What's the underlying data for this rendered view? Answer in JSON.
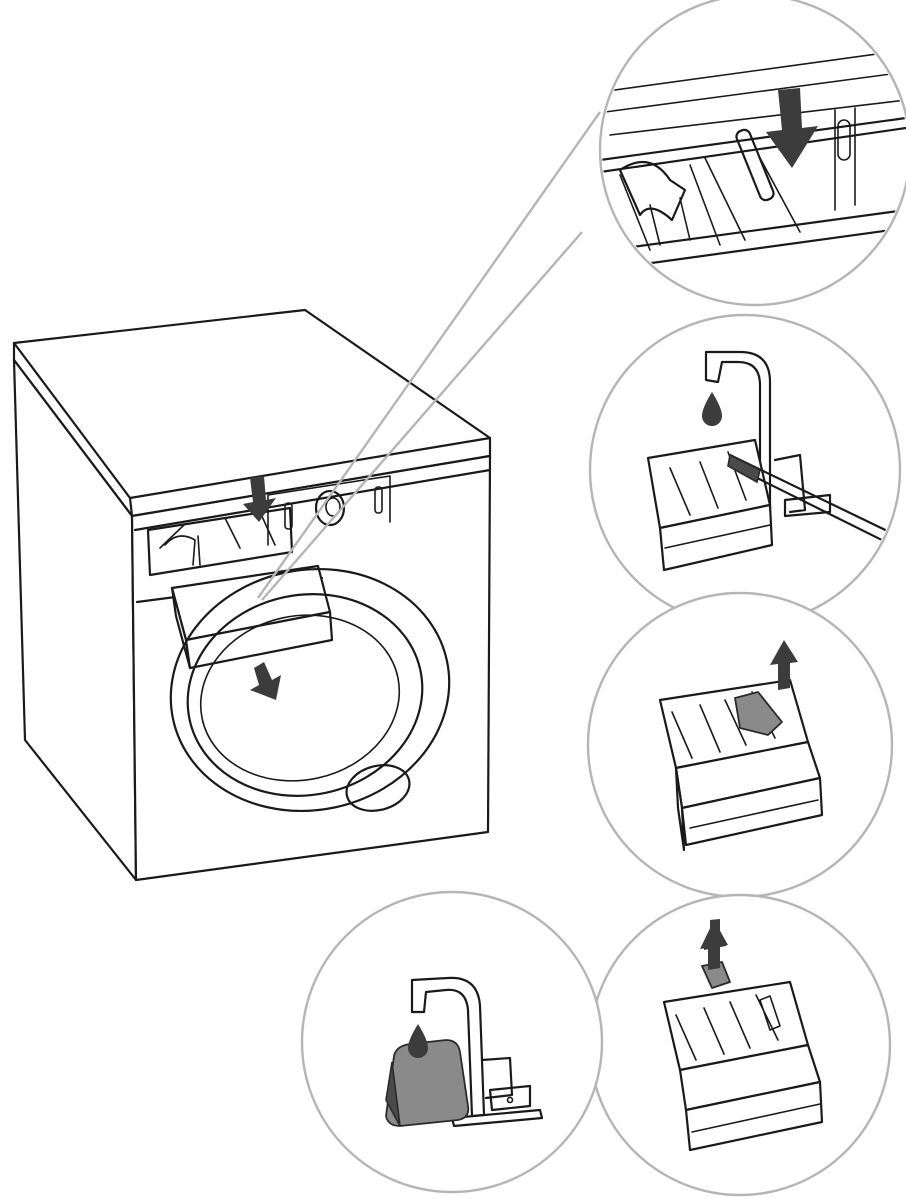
{
  "diagram": {
    "steps": [
      {
        "id": "press-release-lever"
      },
      {
        "id": "rinse-dispenser-under-tap"
      },
      {
        "id": "lift-siphon-insert"
      },
      {
        "id": "remove-cap"
      },
      {
        "id": "rinse-cap-under-tap"
      }
    ],
    "colors": {
      "line": "#1a1a1a",
      "bubble_outline": "#b5b5b5",
      "arrow": "#3c3c3c",
      "part_fill": "#8a8a8a"
    },
    "icons": [
      "down-arrow-icon",
      "up-arrow-icon",
      "water-drop-icon",
      "tap-icon",
      "brush-icon"
    ]
  }
}
